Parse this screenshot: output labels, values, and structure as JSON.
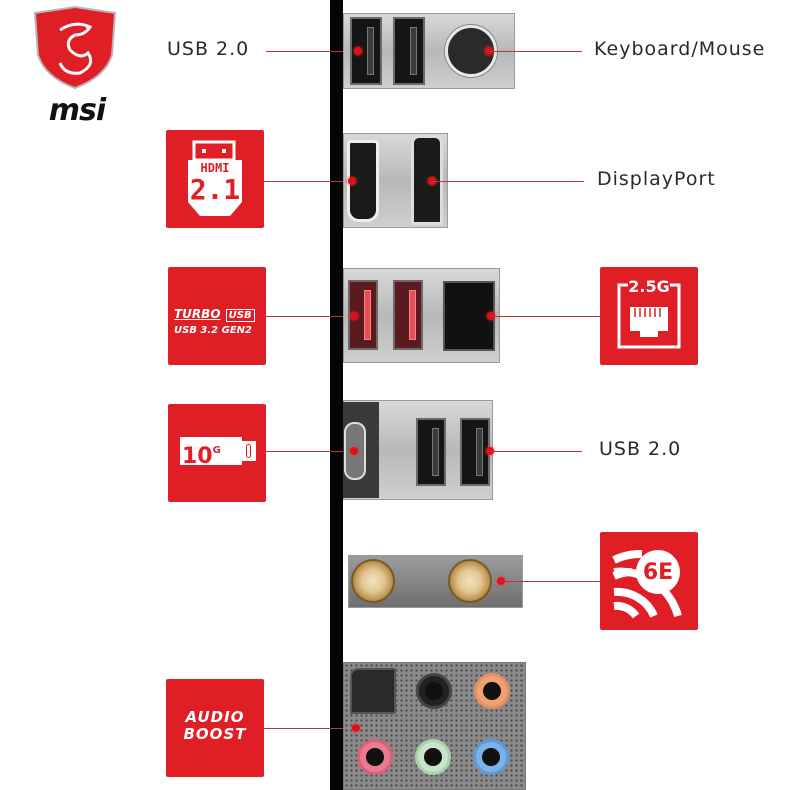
{
  "brand": {
    "name": "msi",
    "color": "#e01e26"
  },
  "labels": {
    "usb20_top": "USB 2.0",
    "keyboard_mouse": "Keyboard/Mouse",
    "displayport": "DisplayPort",
    "usb20_lower": "USB 2.0"
  },
  "badges": {
    "hdmi": {
      "top": "HDMI",
      "version": "2.1"
    },
    "turbo_usb": {
      "line1": "TURBO",
      "line1b": "USB",
      "line2": "USB 3.2 GEN2"
    },
    "lan": {
      "speed": "2.5G"
    },
    "usb_c": {
      "speed": "10",
      "unit": "G"
    },
    "wifi": {
      "text": "6E"
    },
    "audio": {
      "line1": "AUDIO",
      "line2": "BOOST"
    }
  },
  "icons": {
    "logo": "msi-dragon-shield-icon",
    "hdmi": "hdmi-connector-icon",
    "turbo": "turbo-usb-icon",
    "lan": "ethernet-port-icon",
    "usbc": "usb-c-10g-icon",
    "wifi": "wifi-6e-icon",
    "audio": "audio-boost-icon"
  },
  "colors": {
    "accent_red": "#e01e26",
    "line": "#b0393c",
    "bracket": "#050505",
    "text": "#2a2a2a"
  }
}
